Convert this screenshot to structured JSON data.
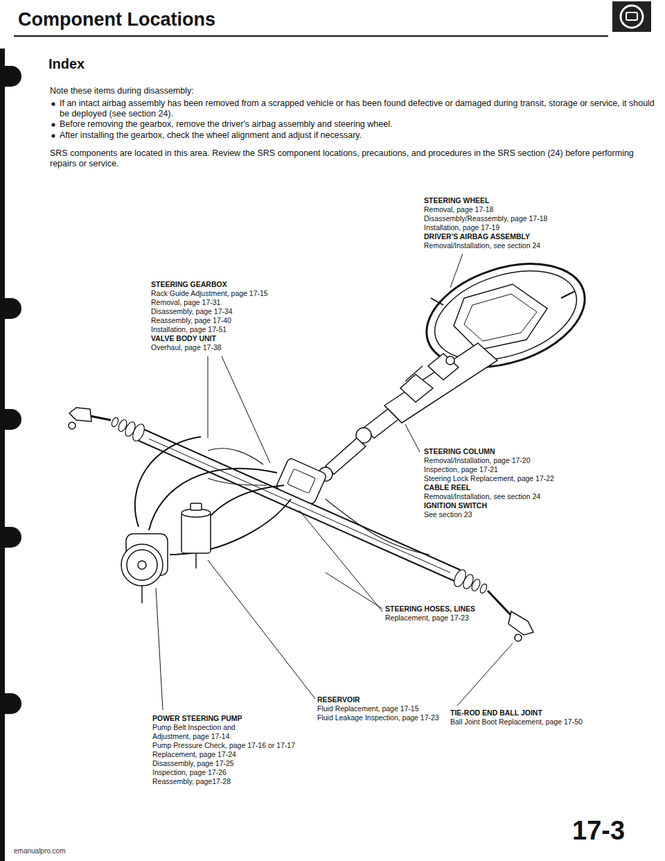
{
  "diagram": {
    "title": "Component Locations",
    "labels": [
      "Index",
      "Note these items during disassembly:",
      "If an intact airbag assembly has been removed from a scrapped vehicle or has been found defective or damaged during transit, storage or service, it should be deployed (see section 24).",
      "Before removing the gearbox, remove the driver's airbag assembly and steering wheel.",
      "After installing the gearbox, check the wheel alignment and adjust if necessary.",
      "SRS components are located in this area. Review the SRS component locations, precautions, and procedures in the SRS section (24) before performing repairs or service.",
      "STEERING WHEEL",
      "Removal, page 17-18",
      "Disassembly/Reassembly, page 17-18",
      "Installation, page 17-19",
      "DRIVER'S AIRBAG ASSEMBLY",
      "Removal/Installation, see section 24",
      "STEERING GEARBOX",
      "Rack Guide Adjustment, page 17-15",
      "Removal, page 17-31",
      "Disassembly, page 17-34",
      "Reassembly, page 17-40",
      "Installation, page 17-51",
      "VALVE BODY UNIT",
      "Overhaul, page 17-38",
      "STEERING COLUMN",
      "Removal/Installation, page 17-20",
      "Inspection, page 17-21",
      "Steering Lock Replacement, page 17-22",
      "CABLE REEL",
      "Removal/Installation, see section 24",
      "IGNITION SWITCH",
      "See section 23",
      "STEERING HOSES, LINES",
      "Replacement, page 17-23",
      "RESERVOIR",
      "Fluid Replacement, page 17-15",
      "Fluid Leakage Inspection, page 17-23",
      "TIE-ROD END BALL JOINT",
      "Ball Joint Boot Replacement, page 17-50",
      "POWER STEERING PUMP",
      "Pump Belt Inspection and Adjustment, page 17-14",
      "Pump Pressure Check, page 17-16 or 17-17",
      "Replacement, page 17-24",
      "Disassembly, page 17-25",
      "Inspection, page 17-26",
      "Reassembly, page17-28",
      "17-3",
      "emanualpro.com"
    ]
  }
}
